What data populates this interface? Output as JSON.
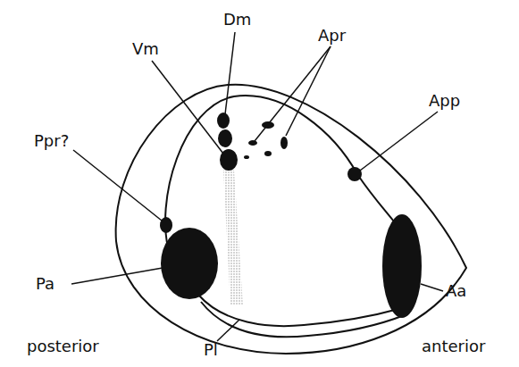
{
  "diagram": {
    "labels": [
      "Dm",
      "Vm",
      "Apr",
      "App",
      "Ppr?",
      "Pa",
      "Aa",
      "Pl",
      "posterior",
      "anterior"
    ]
  }
}
